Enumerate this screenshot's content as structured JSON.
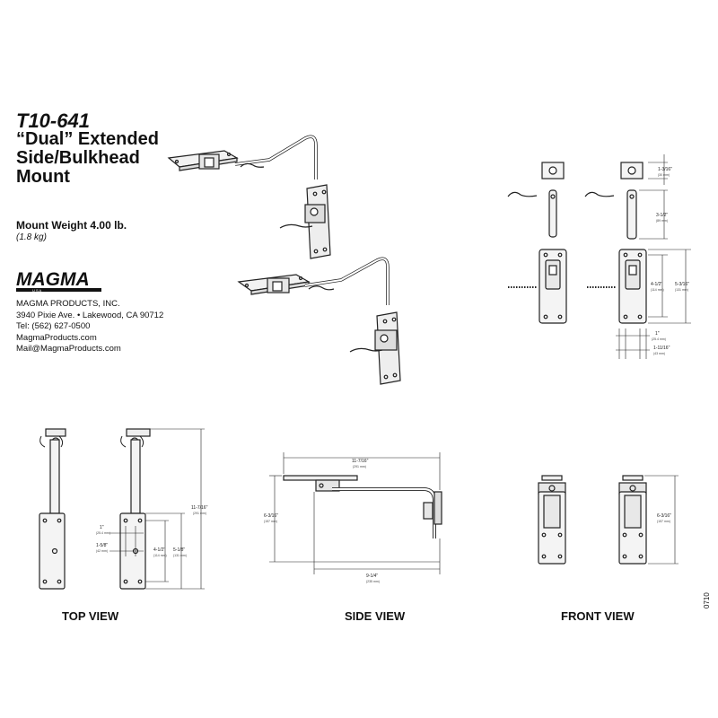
{
  "product": {
    "model": "T10-641",
    "title_lines": [
      "“Dual” Extended",
      "Side/Bulkhead",
      "Mount"
    ],
    "weight": "Mount Weight 4.00 lb.",
    "weight_metric": "(1.8 kg)"
  },
  "logo": {
    "text": "MAGMA",
    "sub": "U  S  A"
  },
  "company": {
    "name": "MAGMA PRODUCTS, INC.",
    "address": "3940 Pixie Ave. • Lakewood, CA 90712",
    "tel": "Tel: (562) 627-0500",
    "web": "MagmaProducts.com",
    "mail": "Mail@MagmaProducts.com"
  },
  "views": {
    "top": "TOP VIEW",
    "side": "SIDE VIEW",
    "front": "FRONT VIEW"
  },
  "doc_code": "0710",
  "dimensions": {
    "tr_1_3_16": "1-3/16\"",
    "tr_1_3_16_mm": "(30 mm)",
    "tr_3_1_2": "3-1/2\"",
    "tr_3_1_2_mm": "(89 mm)",
    "tr_4_1_2": "4-1/2\"",
    "tr_4_1_2_mm": "(114 mm)",
    "tr_5_3_16": "5-3/16\"",
    "tr_5_3_16_mm": "(131 mm)",
    "tr_1": "1\"",
    "tr_1_mm": "(25.4 mm)",
    "tr_1_11_16": "1-11/16\"",
    "tr_1_11_16_mm": "(43 mm)",
    "top_1": "1\"",
    "top_1_mm": "(25.4 mm)",
    "top_1_5_8": "1-5/8\"",
    "top_1_5_8_mm": "(42 mm)",
    "top_4_1_2": "4-1/2\"",
    "top_4_1_2_mm": "(114 mm)",
    "top_5_1_8": "5-1/8\"",
    "top_5_1_8_mm": "(131 mm)",
    "top_11_7_16": "11-7/16\"",
    "top_11_7_16_mm": "(291 mm)",
    "side_11_7_16": "11-7/16\"",
    "side_11_7_16_mm": "(291 mm)",
    "side_6_3_16": "6-3/16\"",
    "side_6_3_16_mm": "(157 mm)",
    "side_9_1_4": "9-1/4\"",
    "side_9_1_4_mm": "(235 mm)",
    "front_6_3_16": "6-3/16\"",
    "front_6_3_16_mm": "(157 mm)"
  }
}
